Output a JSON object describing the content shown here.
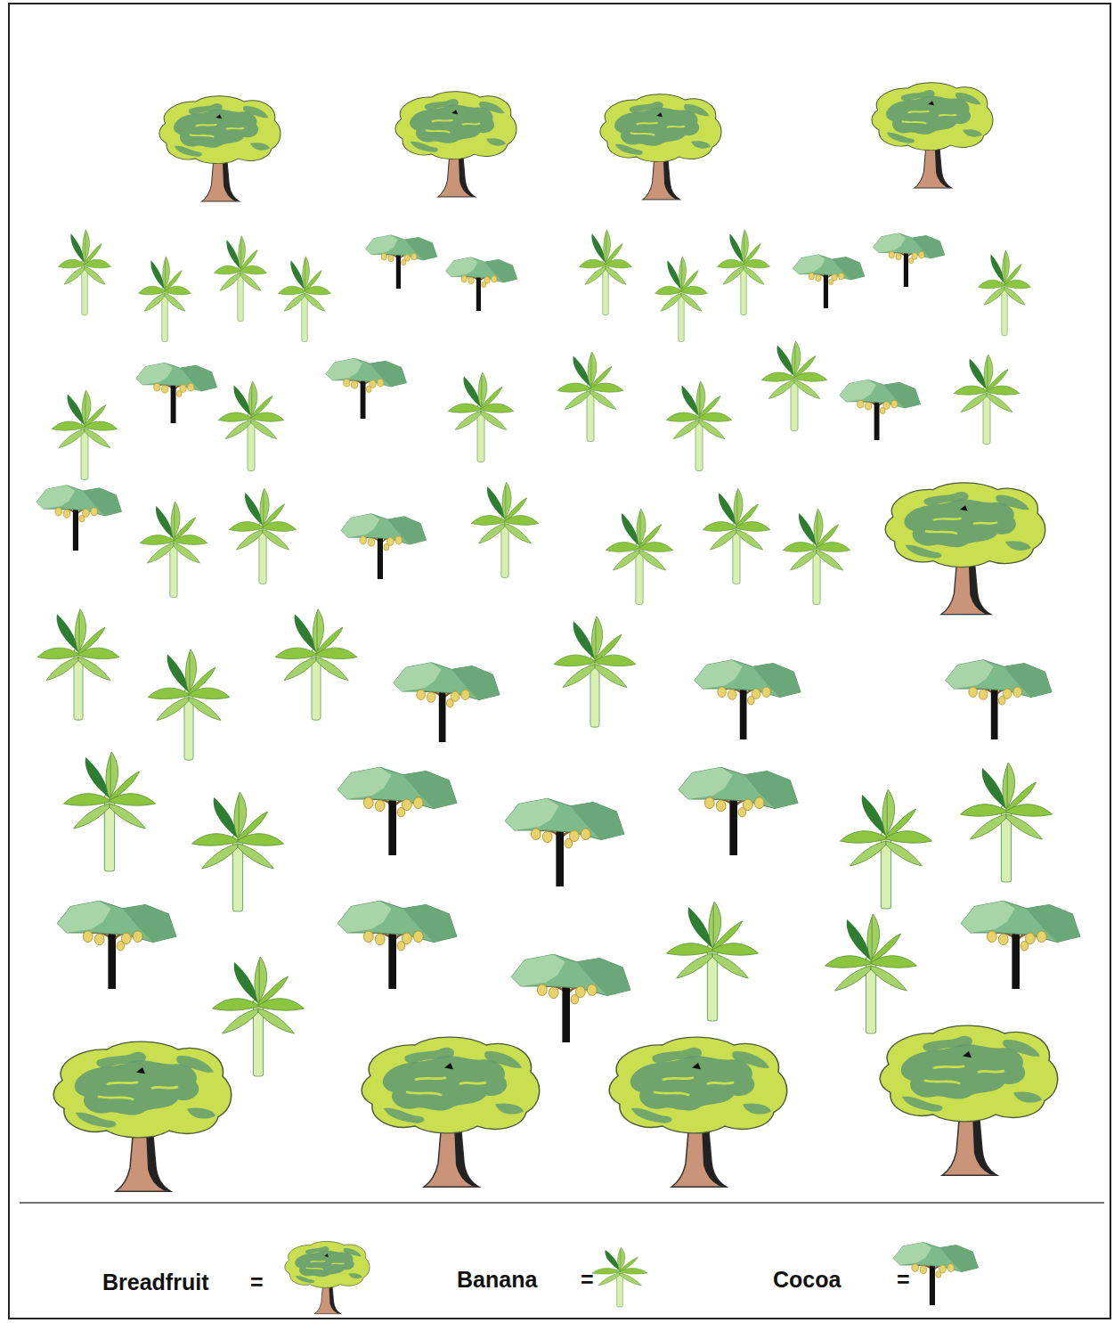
{
  "diagram": {
    "labels": [
      "=",
      "=",
      "="
    ],
    "legend": [
      {
        "text": "Breadfruit"
      },
      {
        "text": "Banana"
      },
      {
        "text": "Cocoa"
      }
    ]
  }
}
